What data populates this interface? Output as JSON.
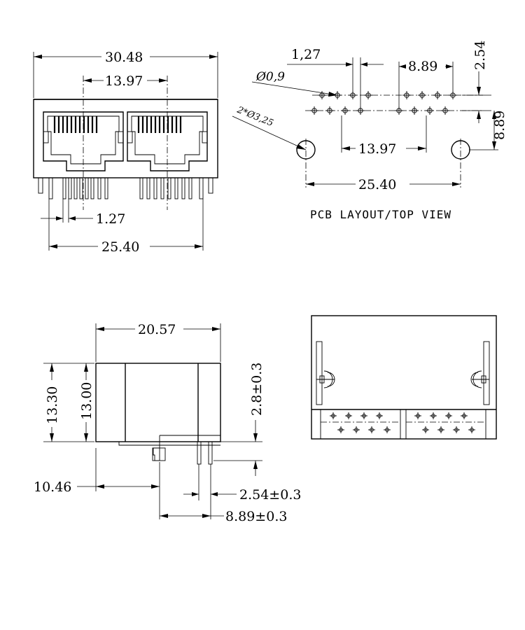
{
  "front_view": {
    "overall_width": "30.48",
    "port_spacing": "13.97",
    "pin_pitch": "1.27",
    "pin_span": "25.40"
  },
  "pcb_layout": {
    "caption": "PCB LAYOUT/TOP VIEW",
    "pin_pitch": "1,27",
    "pin_hole": "Ø0,9",
    "row_spacing": "2.54",
    "group_width": "8.89",
    "post_hole": "2*Ø3,25",
    "vertical_offset": "8.89",
    "group_spacing": "13.97",
    "post_spacing": "25.40"
  },
  "side_view": {
    "depth": "20.57",
    "total_height": "13.30",
    "body_height": "13.00",
    "pin_length": "2.8±0.3",
    "front_offset": "10.46",
    "row_spacing": "2.54±0.3",
    "post_to_pin": "8.89±0.3"
  }
}
